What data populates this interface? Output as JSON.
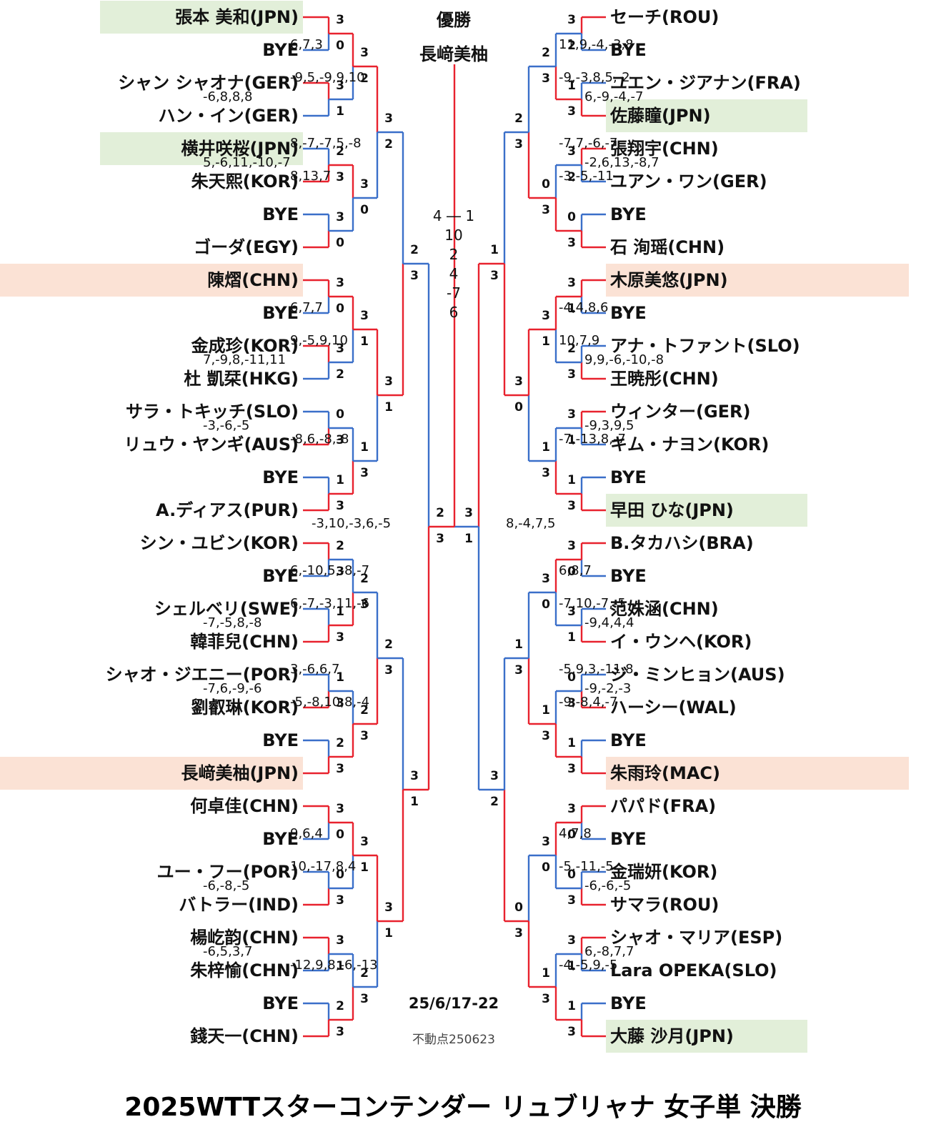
{
  "title": "2025WTTスターコンテンダー リュブリャナ 女子単 決勝",
  "champion_label": "優勝",
  "champion_name": "長﨑美柚",
  "final_scores": [
    "4 ― 1",
    "10",
    "2",
    "4",
    "-7",
    "6"
  ],
  "dates": "25/6/17-22",
  "footnote": "不動点250623",
  "colors": {
    "win": "#e8222e",
    "lose": "#3a6fc9",
    "highlight_green": "#e2efd9",
    "highlight_orange": "#fbe2d5"
  },
  "left_players": [
    {
      "name": "張本 美和(JPN)",
      "highlight": "green"
    },
    {
      "name": "BYE"
    },
    {
      "name": "シャン シャオナ(GER)"
    },
    {
      "name": "ハン・イン(GER)"
    },
    {
      "name": "横井咲桜(JPN)",
      "highlight": "green"
    },
    {
      "name": "朱天熙(KOR)"
    },
    {
      "name": "BYE"
    },
    {
      "name": "ゴーダ(EGY)"
    },
    {
      "name": "陳熠(CHN)",
      "highlight": "orange"
    },
    {
      "name": "BYE"
    },
    {
      "name": "金成珍(KOR)"
    },
    {
      "name": "杜 凱栞(HKG)"
    },
    {
      "name": "サラ・トキッチ(SLO)"
    },
    {
      "name": "リュウ・ヤンギ(AUS)"
    },
    {
      "name": "BYE"
    },
    {
      "name": "A.ディアス(PUR)"
    },
    {
      "name": "シン・ユビン(KOR)"
    },
    {
      "name": "BYE"
    },
    {
      "name": "シェルベリ(SWE)"
    },
    {
      "name": "韓菲兒(CHN)"
    },
    {
      "name": "シャオ・ジエニー(POR)"
    },
    {
      "name": "劉叡琳(KOR)"
    },
    {
      "name": "BYE"
    },
    {
      "name": "長﨑美柚(JPN)",
      "highlight": "orange"
    },
    {
      "name": "何卓佳(CHN)"
    },
    {
      "name": "BYE"
    },
    {
      "name": "ユー・フー(POR)"
    },
    {
      "name": "バトラー(IND)"
    },
    {
      "name": "楊屹韵(CHN)"
    },
    {
      "name": "朱梓愉(CHN)"
    },
    {
      "name": "BYE"
    },
    {
      "name": "錢天一(CHN)"
    }
  ],
  "right_players": [
    {
      "name": "セーチ(ROU)"
    },
    {
      "name": "BYE"
    },
    {
      "name": "ユエン・ジアナン(FRA)"
    },
    {
      "name": "佐藤瞳(JPN)",
      "highlight": "green"
    },
    {
      "name": "張翔宇(CHN)"
    },
    {
      "name": "ユアン・ワン(GER)"
    },
    {
      "name": "BYE"
    },
    {
      "name": "石 洵瑶(CHN)"
    },
    {
      "name": "木原美悠(JPN)",
      "highlight": "orange"
    },
    {
      "name": "BYE"
    },
    {
      "name": "アナ・トファント(SLO)"
    },
    {
      "name": "王暁彤(CHN)"
    },
    {
      "name": "ウィンター(GER)"
    },
    {
      "name": "キム・ナヨン(KOR)"
    },
    {
      "name": "BYE"
    },
    {
      "name": "早田 ひな(JPN)",
      "highlight": "green"
    },
    {
      "name": "B.タカハシ(BRA)"
    },
    {
      "name": "BYE"
    },
    {
      "name": "范姝涵(CHN)"
    },
    {
      "name": "イ・ウンヘ(KOR)"
    },
    {
      "name": "ジ・ミンヒョン(AUS)"
    },
    {
      "name": "ハーシー(WAL)"
    },
    {
      "name": "BYE"
    },
    {
      "name": "朱雨玲(MAC)",
      "highlight": "orange"
    },
    {
      "name": "パパド(FRA)"
    },
    {
      "name": "BYE"
    },
    {
      "name": "金瑞妍(KOR)"
    },
    {
      "name": "サマラ(ROU)"
    },
    {
      "name": "シャオ・マリア(ESP)"
    },
    {
      "name": "Lara OPEKA(SLO)"
    },
    {
      "name": "BYE"
    },
    {
      "name": "大藤 沙月(JPN)",
      "highlight": "green"
    }
  ],
  "left_matches": {
    "r1": [
      {
        "s": [
          "3",
          "0"
        ],
        "winner": 0
      },
      {
        "s": [
          "3",
          "1"
        ],
        "winner": 0,
        "games": "-6,8,8,8"
      },
      {
        "s": [
          "2",
          "3"
        ],
        "winner": 1,
        "games": "5,-6,11,-10,-7"
      },
      {
        "s": [
          "3",
          "0"
        ],
        "winner": 1
      },
      {
        "s": [
          "3",
          "0"
        ],
        "winner": 0
      },
      {
        "s": [
          "3",
          "2"
        ],
        "winner": 0,
        "games": "7,-9,8,-11,11"
      },
      {
        "s": [
          "0",
          "3"
        ],
        "winner": 1,
        "games": "-3,-6,-5"
      },
      {
        "s": [
          "1",
          "3"
        ],
        "winner": 1
      },
      {
        "s": [
          "2",
          "3"
        ],
        "winner": 0
      },
      {
        "s": [
          "1",
          "3"
        ],
        "winner": 1,
        "games": "-7,-5,8,-8"
      },
      {
        "s": [
          "1",
          "3"
        ],
        "winner": 1,
        "games": "-7,6,-9,-6"
      },
      {
        "s": [
          "2",
          "3"
        ],
        "winner": 1
      },
      {
        "s": [
          "3",
          "0"
        ],
        "winner": 0
      },
      {
        "s": [
          "0",
          "3"
        ],
        "winner": 1,
        "games": "-6,-8,-5"
      },
      {
        "s": [
          "3",
          "1"
        ],
        "winner": 0,
        "games": "-6,5,3,7"
      },
      {
        "s": [
          "2",
          "3"
        ],
        "winner": 1
      }
    ],
    "r2": [
      {
        "s": [
          "3",
          "2"
        ],
        "winner": 0,
        "games": "6,7,3"
      },
      {
        "s": [
          "3",
          "0"
        ],
        "winner": 0,
        "games": "8,13,7"
      },
      {
        "s": [
          "3",
          "1"
        ],
        "winner": 0,
        "games": "6,7,7"
      },
      {
        "s": [
          "1",
          "3"
        ],
        "winner": 1,
        "games": "-8,6,-8,-8"
      },
      {
        "s": [
          "2",
          "3"
        ],
        "winner": 1,
        "games": "6,-10,5,-8,-7"
      },
      {
        "s": [
          "2",
          "3"
        ],
        "winner": 1,
        "games": "-5,-8,10,8,-4"
      },
      {
        "s": [
          "3",
          "1"
        ],
        "winner": 0,
        "games": "9,6,4"
      },
      {
        "s": [
          "2",
          "3"
        ],
        "winner": 1,
        "games": "-12,9,8,-6,-13"
      }
    ],
    "r3": [
      {
        "s": [
          "3",
          "2"
        ],
        "winner": 0,
        "games": "-9,5,-9,9,10"
      },
      {
        "s": [
          "3",
          "1"
        ],
        "winner": 0,
        "games": "9,-5,9,10"
      },
      {
        "s": [
          "2",
          "3"
        ],
        "winner": 1,
        "games": "6,-7,-3,11,-6"
      },
      {
        "s": [
          "3",
          "1"
        ],
        "winner": 0,
        "games": "10,-17,8,4"
      }
    ],
    "r4": [
      {
        "s": [
          "2",
          "3"
        ],
        "winner": 1,
        "games": "8,-7,-7,5,-8"
      },
      {
        "s": [
          "3",
          "1"
        ],
        "winner": 1,
        "games": "3,-6,6,7"
      }
    ],
    "sf": {
      "s": [
        "2",
        "3"
      ],
      "winner": 1,
      "games": "-3,10,-3,6,-5"
    }
  },
  "right_matches": {
    "r1": [
      {
        "s": [
          "3",
          "2"
        ],
        "winner": 0
      },
      {
        "s": [
          "1",
          "3"
        ],
        "winner": 1,
        "games": "6,-9,-4,-7"
      },
      {
        "s": [
          "3",
          "2"
        ],
        "winner": 0,
        "games": "-2,6,13,-8,7"
      },
      {
        "s": [
          "0",
          "3"
        ],
        "winner": 1
      },
      {
        "s": [
          "3",
          "1"
        ],
        "winner": 0
      },
      {
        "s": [
          "2",
          "3"
        ],
        "winner": 1,
        "games": "9,9,-6,-10,-8"
      },
      {
        "s": [
          "3",
          "1"
        ],
        "winner": 0,
        "games": "-9,3,9,5"
      },
      {
        "s": [
          "1",
          "3"
        ],
        "winner": 1
      },
      {
        "s": [
          "3",
          "0"
        ],
        "winner": 0
      },
      {
        "s": [
          "3",
          "1"
        ],
        "winner": 1,
        "games": "-9,4,4,4"
      },
      {
        "s": [
          "0",
          "3"
        ],
        "winner": 1,
        "games": "-9,-2,-3"
      },
      {
        "s": [
          "1",
          "3"
        ],
        "winner": 1
      },
      {
        "s": [
          "3",
          "0"
        ],
        "winner": 0
      },
      {
        "s": [
          "0",
          "3"
        ],
        "winner": 1,
        "games": "-6,-6,-5"
      },
      {
        "s": [
          "3",
          "1"
        ],
        "winner": 0,
        "games": "6,-8,7,7"
      },
      {
        "s": [
          "1",
          "3"
        ],
        "winner": 1
      }
    ],
    "r2": [
      {
        "s": [
          "2",
          "3"
        ],
        "winner": 1,
        "games": "11,9,-4,-3,8"
      },
      {
        "s": [
          "0",
          "3"
        ],
        "winner": 1,
        "games": "-3,-5,-11"
      },
      {
        "s": [
          "3",
          "1"
        ],
        "winner": 0,
        "games": "-4,4,8,6"
      },
      {
        "s": [
          "1",
          "3"
        ],
        "winner": 1,
        "games": "-7,-13,8,-7"
      },
      {
        "s": [
          "3",
          "0"
        ],
        "winner": 0,
        "games": "6,8,7"
      },
      {
        "s": [
          "1",
          "3"
        ],
        "winner": 1,
        "games": "-9,-8,4,-7"
      },
      {
        "s": [
          "3",
          "0"
        ],
        "winner": 0,
        "games": "4,7,8"
      },
      {
        "s": [
          "1",
          "3"
        ],
        "winner": 1,
        "games": "-4,-5,9,-5"
      }
    ],
    "r3": [
      {
        "s": [
          "2",
          "3"
        ],
        "winner": 1,
        "games": "-9,-3,8,5,-2"
      },
      {
        "s": [
          "3",
          "0"
        ],
        "winner": 0,
        "games": "10,7,9"
      },
      {
        "s": [
          "1",
          "3"
        ],
        "winner": 1,
        "games": "-7,10,-7,-5"
      },
      {
        "s": [
          "0",
          "3"
        ],
        "winner": 1,
        "games": "-5,-11,-5"
      }
    ],
    "r4": [
      {
        "s": [
          "1",
          "3"
        ],
        "winner": 1,
        "games": "-7,7,-6,-7"
      },
      {
        "s": [
          "3",
          "2"
        ],
        "winner": 1,
        "games": "-5,9,3,-11,8"
      }
    ],
    "sf": {
      "s": [
        "3",
        "1"
      ],
      "winner": 0,
      "games": "8,-4,7,5"
    }
  }
}
